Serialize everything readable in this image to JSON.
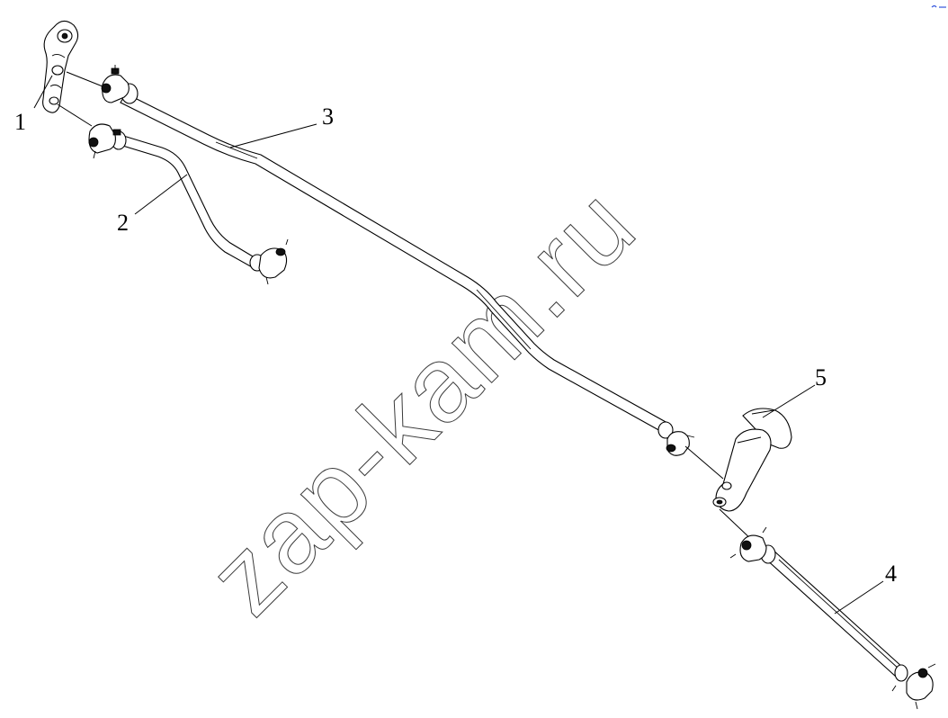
{
  "callouts": [
    {
      "id": "1",
      "label": "1"
    },
    {
      "id": "2",
      "label": "2"
    },
    {
      "id": "3",
      "label": "3"
    },
    {
      "id": "4",
      "label": "4"
    },
    {
      "id": "5",
      "label": "5"
    }
  ],
  "watermark": "zap-kam.ru",
  "colors": {
    "line": "#000000",
    "background": "#ffffff",
    "corner_mark": "#3355dd"
  }
}
